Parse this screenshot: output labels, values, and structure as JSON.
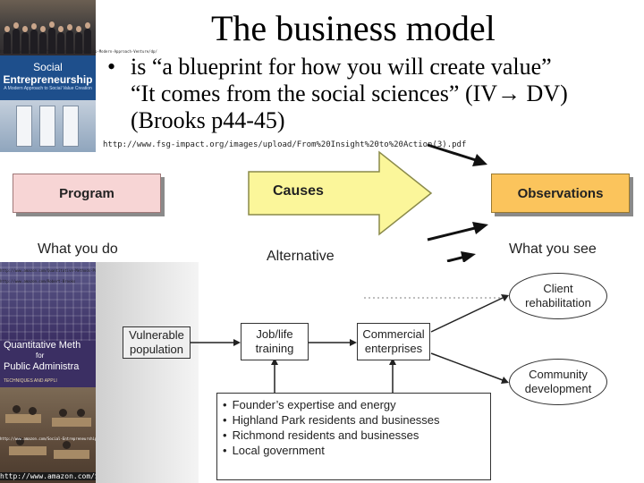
{
  "slide": {
    "title": "The business model",
    "bullet": "•",
    "lines": [
      "is “a blueprint for how you will create value”",
      "“It comes from the social sciences” (IV",
      " DV)",
      "(Brooks p44-45)"
    ],
    "arrow_glyph": "→"
  },
  "book_top": {
    "url": "http://www.amazon.com/Social-Entrepreneurship-Modern-Approach-Venture/dp/",
    "title_line1": "Social",
    "title_line2": "Entrepreneurship",
    "subtitle": "A Modern Approach to Social Value Creation"
  },
  "diagram_top": {
    "url": "http://www.fsg-impact.org/images/upload/From%20Insight%20to%20Action(3).pdf",
    "program": "Program",
    "causes": "Causes",
    "observations": "Observations",
    "what_you_do": "What you do",
    "alternative": "Alternative",
    "what_you_see": "What you see",
    "colors": {
      "program": "#f7d5d5",
      "causes": "#fbf69a",
      "observations": "#fbc45c"
    }
  },
  "book_bottom": {
    "url_top": "http://www.amazon.com/Quantitative-Methods-Public-Administration-Techniques/dp/",
    "url_bottom": "http://www.amazon.com/Social-Entrepreneurship",
    "url_tag": "http://www.amazon.com/Robert-Brooks",
    "url_footer": "http://www.amazon.com/Social/dp/",
    "title_line1": "Quantitative Meth",
    "title_line2": "for",
    "title_line3": "Public Administra",
    "subtitle": "TECHNIQUES AND APPLI"
  },
  "diagram_bottom": {
    "vulnerable": "Vulnerable\npopulation",
    "job_training": "Job/life\ntraining",
    "commercial": "Commercial\nenterprises",
    "client_rehab": "Client\nrehabilitation",
    "community_dev": "Community\ndevelopment",
    "resources": [
      "Founder’s expertise and energy",
      "Highland Park residents and businesses",
      "Richmond residents and businesses",
      "Local government"
    ]
  }
}
